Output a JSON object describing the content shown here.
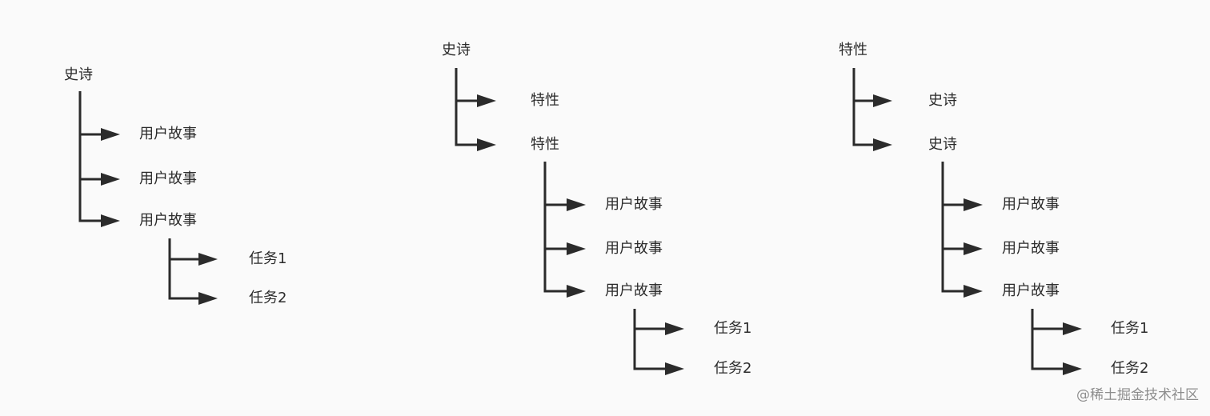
{
  "trees": [
    {
      "root": "史诗",
      "children": [
        {
          "label": "用户故事"
        },
        {
          "label": "用户故事"
        },
        {
          "label": "用户故事",
          "children": [
            {
              "label": "任务1"
            },
            {
              "label": "任务2"
            }
          ]
        }
      ]
    },
    {
      "root": "史诗",
      "children": [
        {
          "label": "特性"
        },
        {
          "label": "特性",
          "children": [
            {
              "label": "用户故事"
            },
            {
              "label": "用户故事"
            },
            {
              "label": "用户故事",
              "children": [
                {
                  "label": "任务1"
                },
                {
                  "label": "任务2"
                }
              ]
            }
          ]
        }
      ]
    },
    {
      "root": "特性",
      "children": [
        {
          "label": "史诗"
        },
        {
          "label": "史诗",
          "children": [
            {
              "label": "用户故事"
            },
            {
              "label": "用户故事"
            },
            {
              "label": "用户故事",
              "children": [
                {
                  "label": "任务1"
                },
                {
                  "label": "任务2"
                }
              ]
            }
          ]
        }
      ]
    }
  ],
  "watermark": "@稀土掘金技术社区",
  "colors": {
    "line": "#2b2b2b",
    "text": "#2b2b2b",
    "watermark": "#8d8d8d"
  }
}
